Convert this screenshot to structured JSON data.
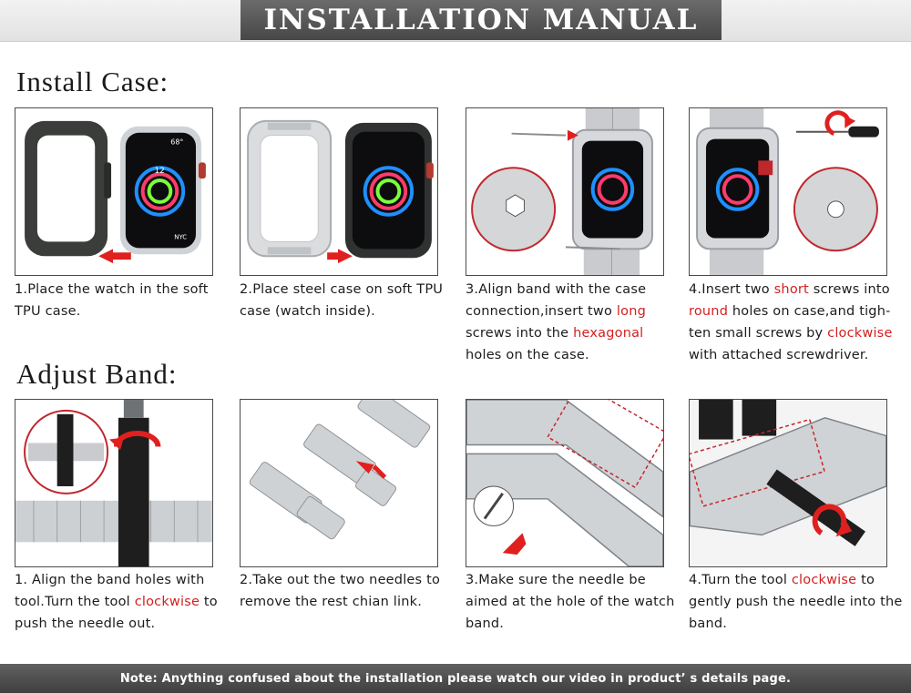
{
  "title": "INSTALLATION MANUAL",
  "install_section": {
    "heading": "Install Case:",
    "steps": [
      {
        "parts": [
          {
            "t": "1.Place the watch in the soft TPU case."
          }
        ]
      },
      {
        "parts": [
          {
            "t": "2.Place steel case on soft TPU case (watch inside)."
          }
        ]
      },
      {
        "parts": [
          {
            "t": "3.Align band with the case connection,insert two "
          },
          {
            "t": "long",
            "hl": true
          },
          {
            "t": " screws into the "
          },
          {
            "t": "hexagonal",
            "hl": true
          },
          {
            "t": " holes on the case."
          }
        ]
      },
      {
        "parts": [
          {
            "t": "4.Insert two "
          },
          {
            "t": "short",
            "hl": true
          },
          {
            "t": " screws into "
          },
          {
            "t": "round",
            "hl": true
          },
          {
            "t": " holes on case,and tigh-ten small screws by "
          },
          {
            "t": "clockwise",
            "hl": true
          },
          {
            "t": " with attached screwdriver."
          }
        ]
      }
    ]
  },
  "adjust_section": {
    "heading": "Adjust Band:",
    "steps": [
      {
        "parts": [
          {
            "t": "1. Align the band holes with tool.Turn the tool "
          },
          {
            "t": "clockwise",
            "hl": true
          },
          {
            "t": " to push the needle out."
          }
        ]
      },
      {
        "parts": [
          {
            "t": "2.Take out the two needles to remove the rest chian link."
          }
        ]
      },
      {
        "parts": [
          {
            "t": "3.Make sure the needle be aimed at the hole of the watch band."
          }
        ]
      },
      {
        "parts": [
          {
            "t": "4.Turn the tool "
          },
          {
            "t": "clockwise",
            "hl": true
          },
          {
            "t": " to gently push the needle into the band."
          }
        ]
      }
    ]
  },
  "watch_face": {
    "time_digit": "12",
    "percent": "68°",
    "city": "NYC"
  },
  "footer_note": "Note:  Anything confused about the installation please watch our video in product’ s details page.",
  "colors": {
    "highlight": "#d41f1f",
    "banner": "#555555",
    "arrow": "#e0201f"
  }
}
